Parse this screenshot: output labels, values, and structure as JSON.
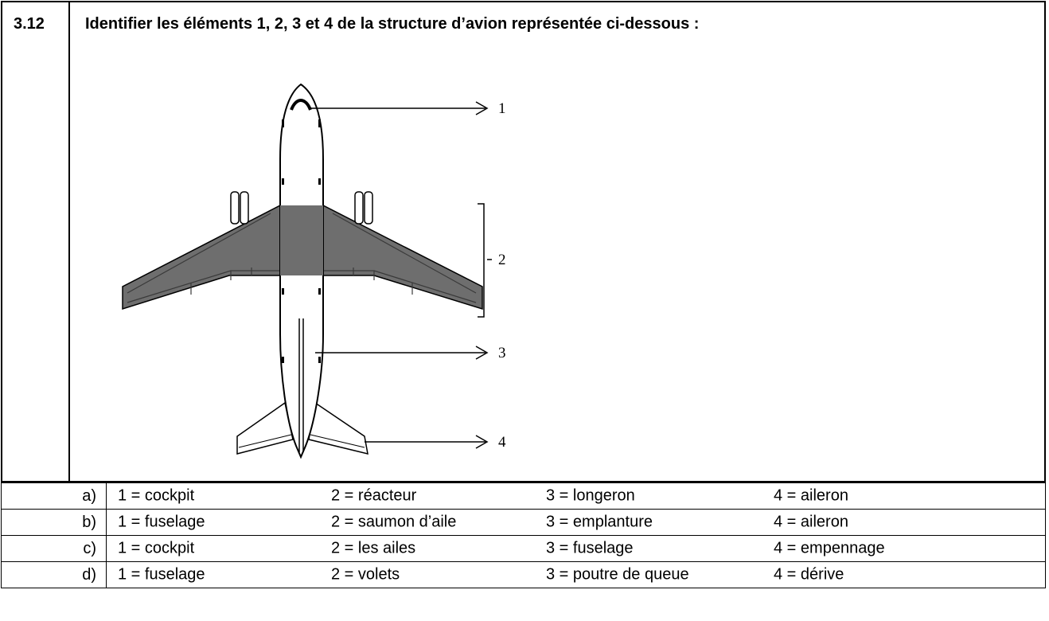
{
  "question": {
    "number": "3.12",
    "text": "Identifier les éléments 1, 2, 3 et 4 de la structure d’avion représentée ci-dessous :"
  },
  "figure": {
    "labels": [
      "1",
      "2",
      "3",
      "4"
    ]
  },
  "answers": [
    {
      "letter": "a)",
      "options": [
        "1 = cockpit",
        "2 = réacteur",
        "3 = longeron",
        "4 = aileron"
      ]
    },
    {
      "letter": "b)",
      "options": [
        "1 = fuselage",
        "2 = saumon d’aile",
        "3 = emplanture",
        "4 = aileron"
      ]
    },
    {
      "letter": "c)",
      "options": [
        "1 = cockpit",
        "2 = les ailes",
        "3 = fuselage",
        "4 = empennage"
      ]
    },
    {
      "letter": "d)",
      "options": [
        "1 = fuselage",
        "2 = volets",
        "3 = poutre de queue",
        "4 = dérive"
      ]
    }
  ]
}
